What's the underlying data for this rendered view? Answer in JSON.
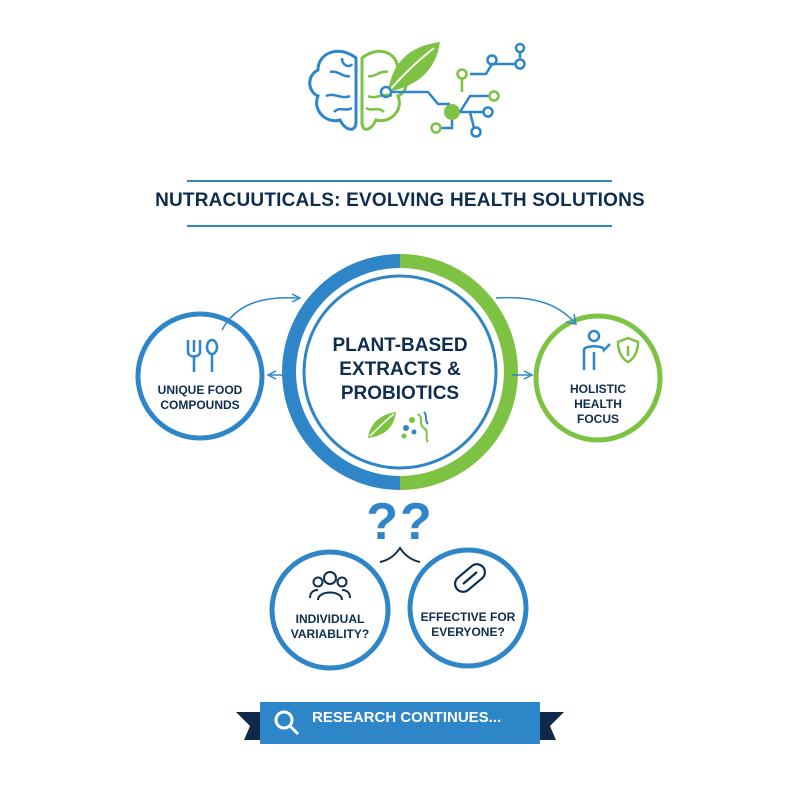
{
  "title": "NUTRACUUTICALS: EVOLVING HEALTH SOLUTIONS",
  "center": {
    "line1": "PLANT-BASED",
    "line2": "EXTRACTS &",
    "line3": "PROBIOTICS"
  },
  "left_node": {
    "line1": "UNIQUE FOOD",
    "line2": "COMPOUNDS",
    "icon": "fork-spoon-icon"
  },
  "right_node": {
    "line1": "HOLISTIC",
    "line2": "HEALTH",
    "line3": "FOCUS",
    "icon": "person-shield-icon"
  },
  "question_marks": "??",
  "bottom_left": {
    "line1": "INDIVIDUAL",
    "line2": "VARIABLITY?",
    "icon": "people-group-icon"
  },
  "bottom_right": {
    "line1": "EFFECTIVE FOR",
    "line2": "EVERYONE?",
    "icon": "capsule-icon"
  },
  "banner": {
    "text": "RESEARCH CONTINUES...",
    "icon": "magnifier-icon"
  },
  "colors": {
    "blue": "#2e86c8",
    "green": "#7dc242",
    "navy": "#0f2d4e",
    "banner_dark": "#0e2a4a"
  }
}
